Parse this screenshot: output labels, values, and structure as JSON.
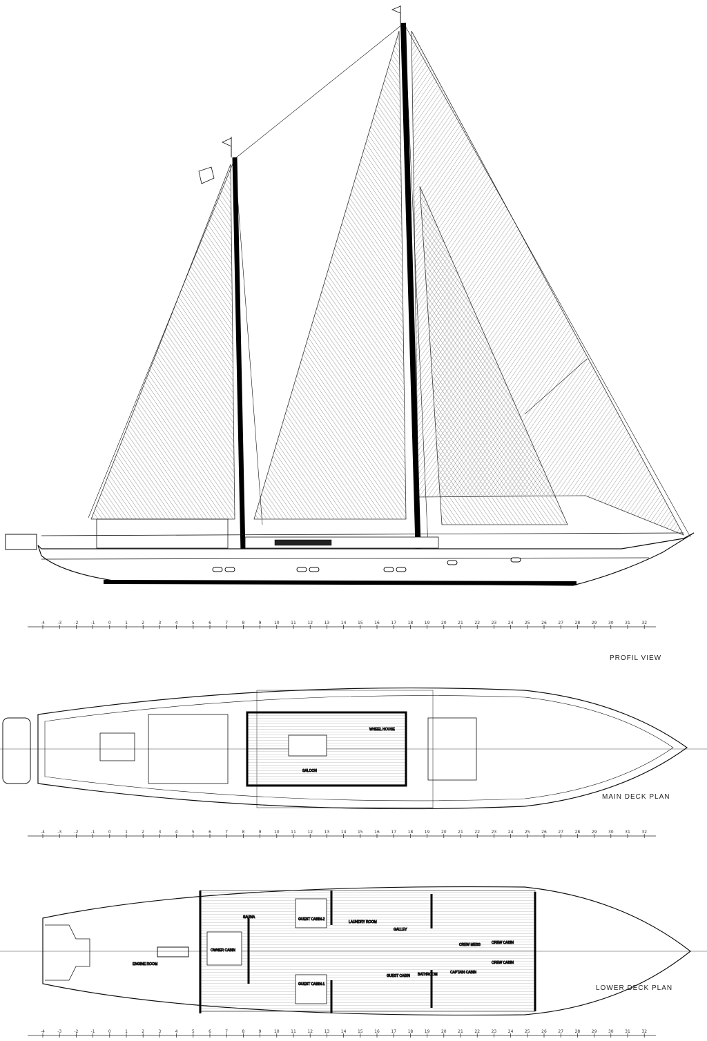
{
  "views": {
    "profile_title": "PROFIL VIEW",
    "main_deck_title": "MAIN DECK PLAN",
    "lower_deck_title": "LOWER DECK PLAN"
  },
  "main_deck_rooms": {
    "wheel_house": "WHEEL HOUSE",
    "saloon": "SALOON"
  },
  "lower_deck_rooms": {
    "engine_room": "ENGINE ROOM",
    "owner_cabin": "OWNER CABIN",
    "sauna": "SAUNA",
    "guest_cabin_2": "GUEST CABIN-2",
    "guest_cabin_1": "GUEST CABIN-1",
    "laundry_room": "LAUNDRY ROOM",
    "galley": "GALLEY",
    "guest_cabin": "GUEST CABIN",
    "bathroom": "BATHROOM",
    "crew_mess": "CREW MESS",
    "crew_cabin_1": "CREW CABIN",
    "crew_cabin_2": "CREW CABIN",
    "captain_cabin": "CAPTAIN CABIN"
  },
  "ruler_ticks": [
    "-4",
    "-3",
    "-2",
    "-1",
    "0",
    "1",
    "2",
    "3",
    "4",
    "5",
    "6",
    "7",
    "8",
    "9",
    "10",
    "11",
    "12",
    "13",
    "14",
    "15",
    "16",
    "17",
    "18",
    "19",
    "20",
    "21",
    "22",
    "23",
    "24",
    "25",
    "26",
    "27",
    "28",
    "29",
    "30",
    "31",
    "32"
  ],
  "colors": {
    "line": "#111111",
    "background": "#ffffff"
  }
}
